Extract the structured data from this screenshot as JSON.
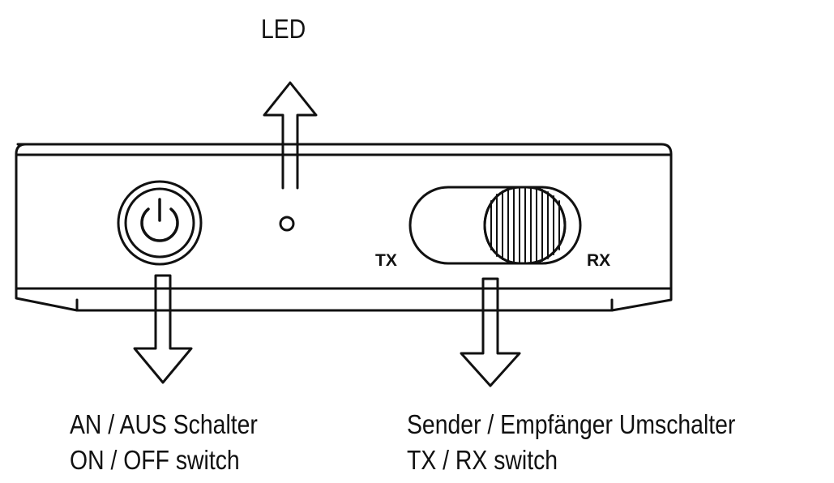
{
  "callouts": {
    "led": "LED",
    "power_switch": {
      "line_de": "AN / AUS Schalter",
      "line_en": "ON / OFF switch"
    },
    "mode_switch": {
      "line_de": "Sender / Empfänger Umschalter",
      "line_en": "TX / RX switch"
    }
  },
  "device_markings": {
    "tx": "TX",
    "rx": "RX"
  },
  "icons": {
    "power": "power-icon",
    "led": "led-indicator-icon",
    "arrow": "outline-arrow-icon"
  },
  "colors": {
    "line": "#111111",
    "background": "#ffffff"
  }
}
